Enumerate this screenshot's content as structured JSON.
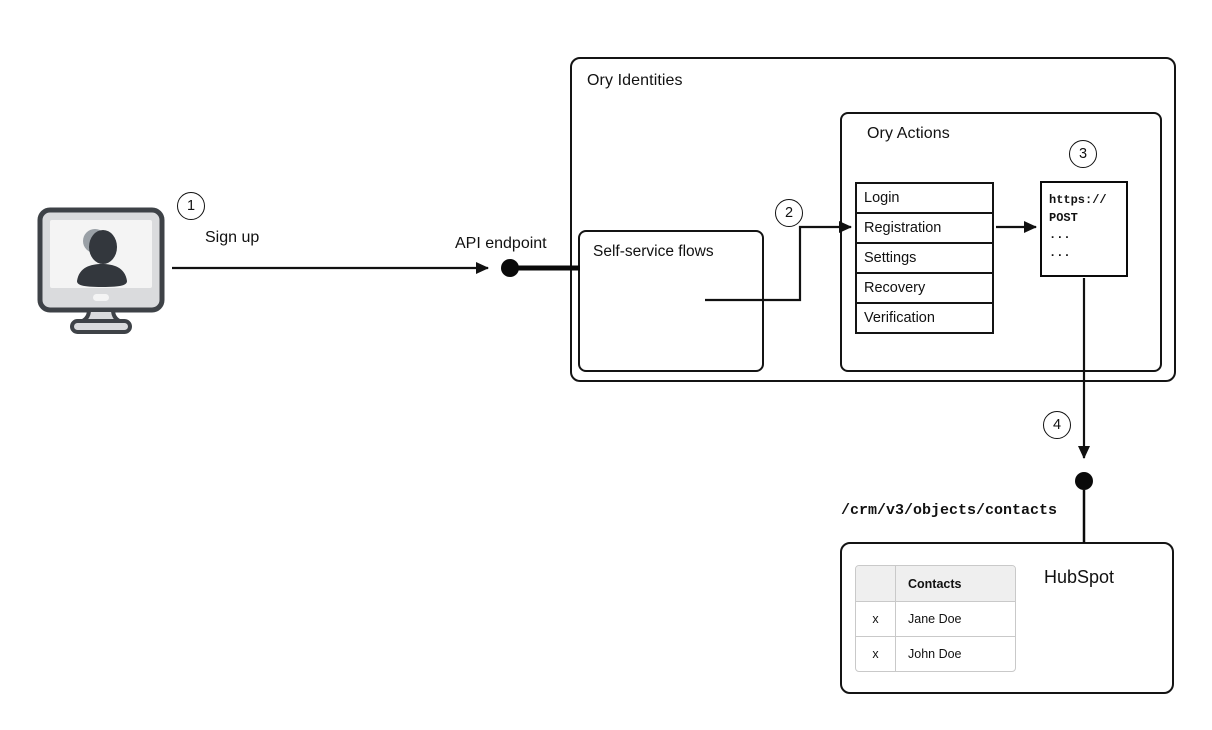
{
  "diagram": {
    "badges": {
      "step1": "1",
      "step2": "2",
      "step3": "3",
      "step4": "4"
    },
    "client": {
      "sign_up_label": "Sign up"
    },
    "api_endpoint_label": "API endpoint",
    "ory_identities": {
      "title": "Ory Identities",
      "self_service_flows": {
        "title": "Self-service flows"
      },
      "ory_actions": {
        "title": "Ory Actions",
        "flows": [
          "Login",
          "Registration",
          "Settings",
          "Recovery",
          "Verification"
        ],
        "webhook": {
          "code": "https://\nPOST\n...\n..."
        }
      }
    },
    "hubspot": {
      "api_path": "/crm/v3/objects/contacts",
      "title": "HubSpot",
      "contacts_table": {
        "header": "Contacts",
        "rows": [
          {
            "mark": "x",
            "name": "Jane Doe"
          },
          {
            "mark": "x",
            "name": "John Doe"
          }
        ]
      }
    },
    "colors": {
      "line": "#111111",
      "table_border": "#c9c9c9",
      "table_header_bg": "#efefef",
      "monitor_body": "#dadbdd",
      "monitor_screen": "#f4f4f4",
      "silhouette": "#33373d"
    }
  }
}
